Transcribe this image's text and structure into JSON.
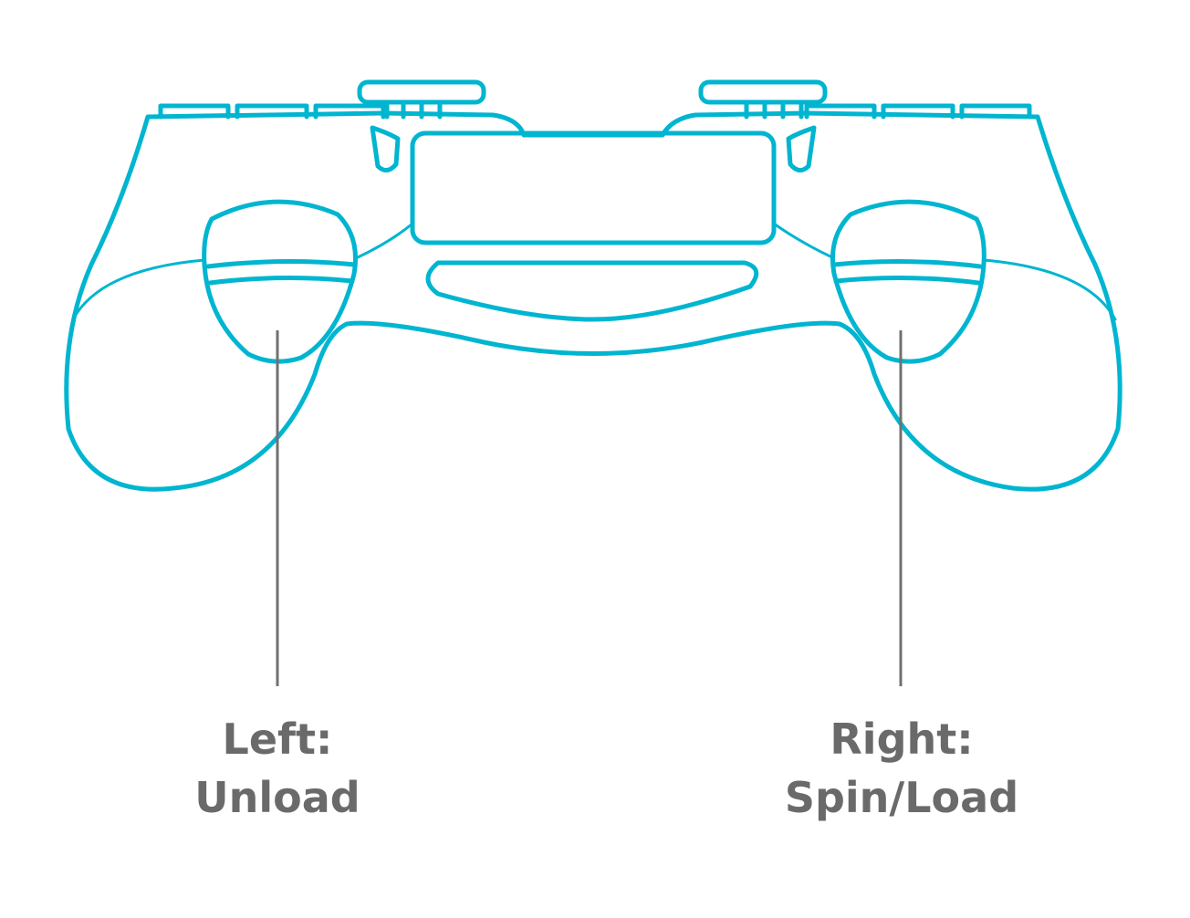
{
  "colors": {
    "outline": "#00b5d0",
    "leader": "#707070",
    "text": "#6a6a6a",
    "background": "#ffffff"
  },
  "labels": {
    "left": {
      "line1": "Left:",
      "line2": "Unload"
    },
    "right": {
      "line1": "Right:",
      "line2": "Spin/Load"
    }
  }
}
